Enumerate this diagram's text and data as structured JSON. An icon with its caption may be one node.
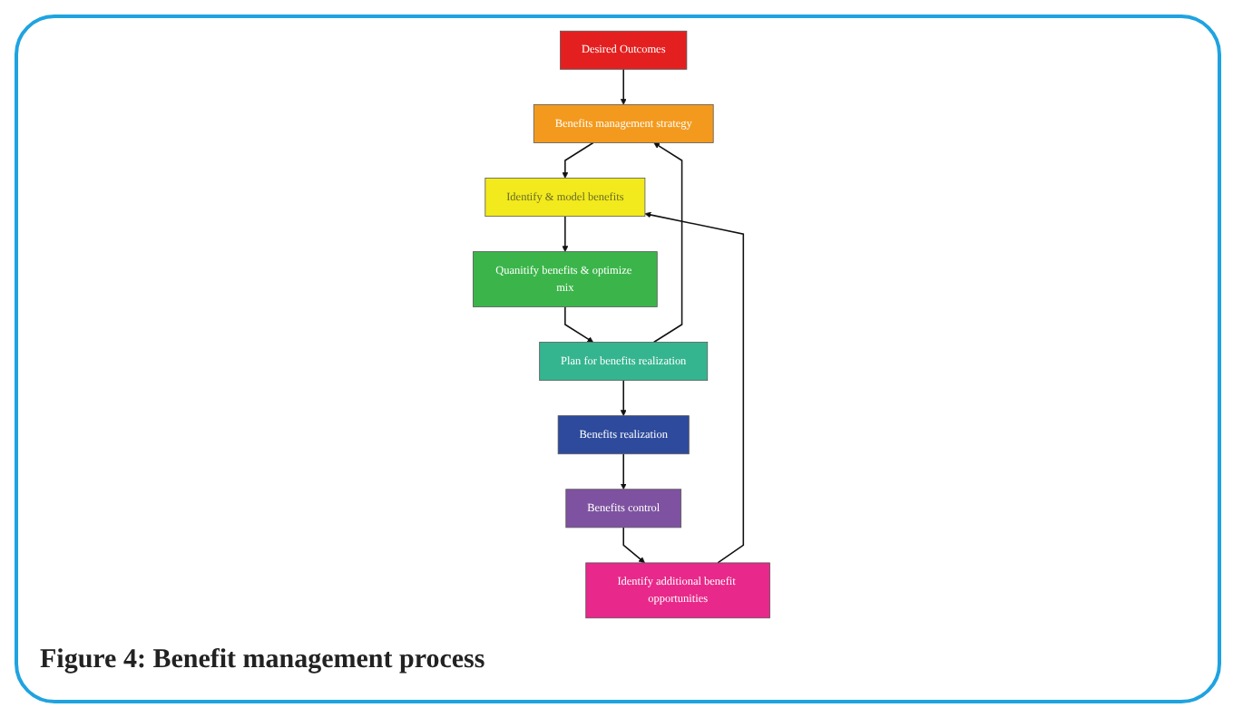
{
  "diagram": {
    "caption": "Figure 4:  Benefit management process",
    "nodes": [
      {
        "text": [
          "Desired Outcomes"
        ]
      },
      {
        "text": [
          "Benefits management strategy"
        ]
      },
      {
        "text": [
          "Identify & model benefits"
        ]
      },
      {
        "text": [
          "Quanitify benefits & optimize mix"
        ]
      },
      {
        "text": [
          "Plan for benefits realization"
        ]
      },
      {
        "text": [
          "Identify additional benefit opportunities"
        ]
      },
      {
        "text": [
          "Benefits control"
        ]
      },
      {
        "text": [
          "Benefits realization"
        ]
      }
    ],
    "edges": [
      {
        "from": 0,
        "to": 1,
        "arrow": "to"
      },
      {
        "from": 1,
        "to": 2,
        "arrow": "to"
      },
      {
        "from": 2,
        "to": 3,
        "arrow": "to"
      },
      {
        "from": 3,
        "to": 4,
        "arrow": "to"
      },
      {
        "from": 4,
        "to": 1,
        "arrow": "to"
      },
      {
        "from": 4,
        "to": 7,
        "arrow": "to"
      },
      {
        "from": 7,
        "to": 6,
        "arrow": "to"
      },
      {
        "from": 6,
        "to": 5,
        "arrow": "to"
      },
      {
        "from": 5,
        "to": 2,
        "arrow": "to"
      }
    ]
  }
}
